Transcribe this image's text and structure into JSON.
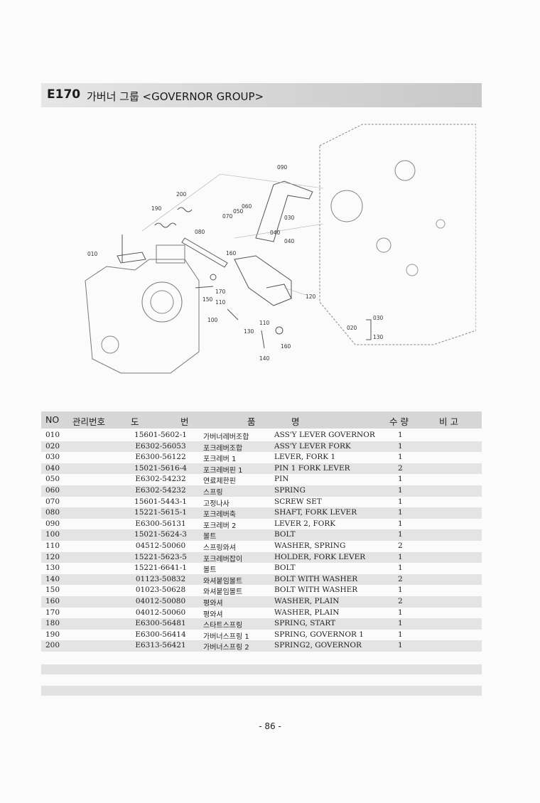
{
  "header": {
    "code": "E170",
    "title": "가버너 그룹 <GOVERNOR GROUP>"
  },
  "diagram": {
    "callouts": [
      "090",
      "200",
      "190",
      "060",
      "050",
      "070",
      "030",
      "080",
      "040",
      "040",
      "010",
      "160",
      "120",
      "170",
      "150",
      "110",
      "100",
      "110",
      "130",
      "160",
      "140",
      "030",
      "020",
      "130"
    ]
  },
  "table": {
    "headers": {
      "no": "NO",
      "mgmt": "관리번호",
      "do": "도",
      "beon": "번",
      "pum": "품",
      "myeong": "명",
      "qty": "수 량",
      "remark": "비 고"
    },
    "rows": [
      {
        "no": "010",
        "part": "15601-5602-1",
        "kr": "가버너레버조합",
        "en": "ASS'Y LEVER GOVERNOR",
        "qty": "1"
      },
      {
        "no": "020",
        "part": "E6302-56053",
        "kr": "포크레버조합",
        "en": "ASS'Y LEVER FORK",
        "qty": "1"
      },
      {
        "no": "030",
        "part": "E6300-56122",
        "kr": "포크레버 1",
        "en": "LEVER, FORK 1",
        "qty": "1"
      },
      {
        "no": "040",
        "part": "15021-5616-4",
        "kr": "포크레버핀 1",
        "en": "PIN 1 FORK LEVER",
        "qty": "2"
      },
      {
        "no": "050",
        "part": "E6302-54232",
        "kr": "연료제한핀",
        "en": "PIN",
        "qty": "1"
      },
      {
        "no": "060",
        "part": "E6302-54232",
        "kr": "스프링",
        "en": "SPRING",
        "qty": "1"
      },
      {
        "no": "070",
        "part": "15601-5443-1",
        "kr": "고정나사",
        "en": "SCREW SET",
        "qty": "1"
      },
      {
        "no": "080",
        "part": "15221-5615-1",
        "kr": "포크레버축",
        "en": "SHAFT, FORK LEVER",
        "qty": "1"
      },
      {
        "no": "090",
        "part": "E6300-56131",
        "kr": "포크레버 2",
        "en": "LEVER 2, FORK",
        "qty": "1"
      },
      {
        "no": "100",
        "part": "15021-5624-3",
        "kr": "볼트",
        "en": "BOLT",
        "qty": "1"
      },
      {
        "no": "110",
        "part": "04512-50060",
        "kr": "스프링와셔",
        "en": "WASHER, SPRING",
        "qty": "2"
      },
      {
        "no": "120",
        "part": "15221-5623-5",
        "kr": "포크레버잡이",
        "en": "HOLDER, FORK LEVER",
        "qty": "1"
      },
      {
        "no": "130",
        "part": "15221-6641-1",
        "kr": "볼트",
        "en": "BOLT",
        "qty": "1"
      },
      {
        "no": "140",
        "part": "01123-50832",
        "kr": "와셔붙임볼트",
        "en": "BOLT WITH WASHER",
        "qty": "2"
      },
      {
        "no": "150",
        "part": "01023-50628",
        "kr": "와셔붙임볼트",
        "en": "BOLT WITH WASHER",
        "qty": "1"
      },
      {
        "no": "160",
        "part": "04012-50080",
        "kr": "평와셔",
        "en": "WASHER, PLAIN",
        "qty": "2"
      },
      {
        "no": "170",
        "part": "04012-50060",
        "kr": "평와셔",
        "en": "WASHER, PLAIN",
        "qty": "1"
      },
      {
        "no": "180",
        "part": "E6300-56481",
        "kr": "스타트스프링",
        "en": "SPRING, START",
        "qty": "1"
      },
      {
        "no": "190",
        "part": "E6300-56414",
        "kr": "가버너스프링 1",
        "en": "SPRING, GOVERNOR 1",
        "qty": "1"
      },
      {
        "no": "200",
        "part": "E6313-56421",
        "kr": "가버너스프링 2",
        "en": "SPRING2, GOVERNOR",
        "qty": "1"
      }
    ]
  },
  "footer": {
    "page": "- 86 -"
  }
}
